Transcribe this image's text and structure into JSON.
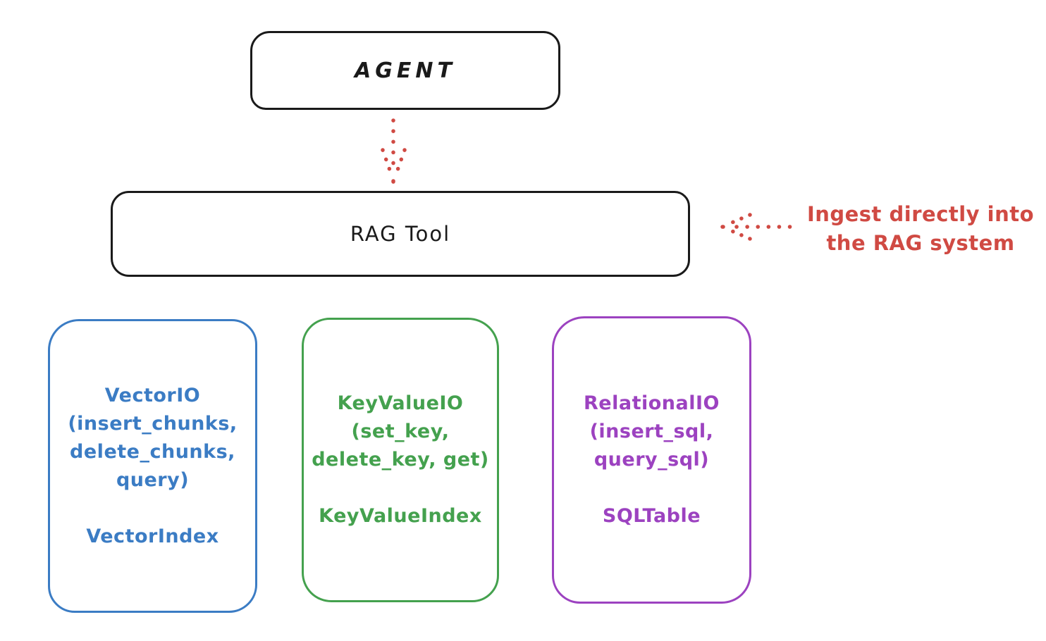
{
  "diagram": {
    "agent": {
      "label": "AGENT"
    },
    "rag_tool": {
      "label": "RAG Tool"
    },
    "annotation": {
      "line1": "Ingest directly into",
      "line2": "the RAG system",
      "color": "#d04a43"
    },
    "arrows": [
      {
        "name": "agent-to-rag-arrow",
        "style": "dotted",
        "color": "#d04a43",
        "direction": "down"
      },
      {
        "name": "annotation-to-rag-arrow",
        "style": "dotted",
        "color": "#d04a43",
        "direction": "left"
      }
    ],
    "storage_boxes": [
      {
        "id": "vector-io",
        "color": "#3b7cc4",
        "lines": [
          "VectorIO",
          "(insert_chunks,",
          "delete_chunks,",
          "query)"
        ],
        "index_label": "VectorIndex"
      },
      {
        "id": "keyvalue-io",
        "color": "#44a14e",
        "lines": [
          "KeyValueIO",
          "(set_key,",
          "delete_key, get)"
        ],
        "index_label": "KeyValueIndex"
      },
      {
        "id": "relational-io",
        "color": "#9c42c0",
        "lines": [
          "RelationalIO",
          "(insert_sql,",
          "query_sql)"
        ],
        "index_label": "SQLTable"
      }
    ],
    "colors": {
      "outline": "#1a1a1a",
      "red": "#d04a43",
      "blue": "#3b7cc4",
      "green": "#44a14e",
      "purple": "#9c42c0"
    }
  }
}
